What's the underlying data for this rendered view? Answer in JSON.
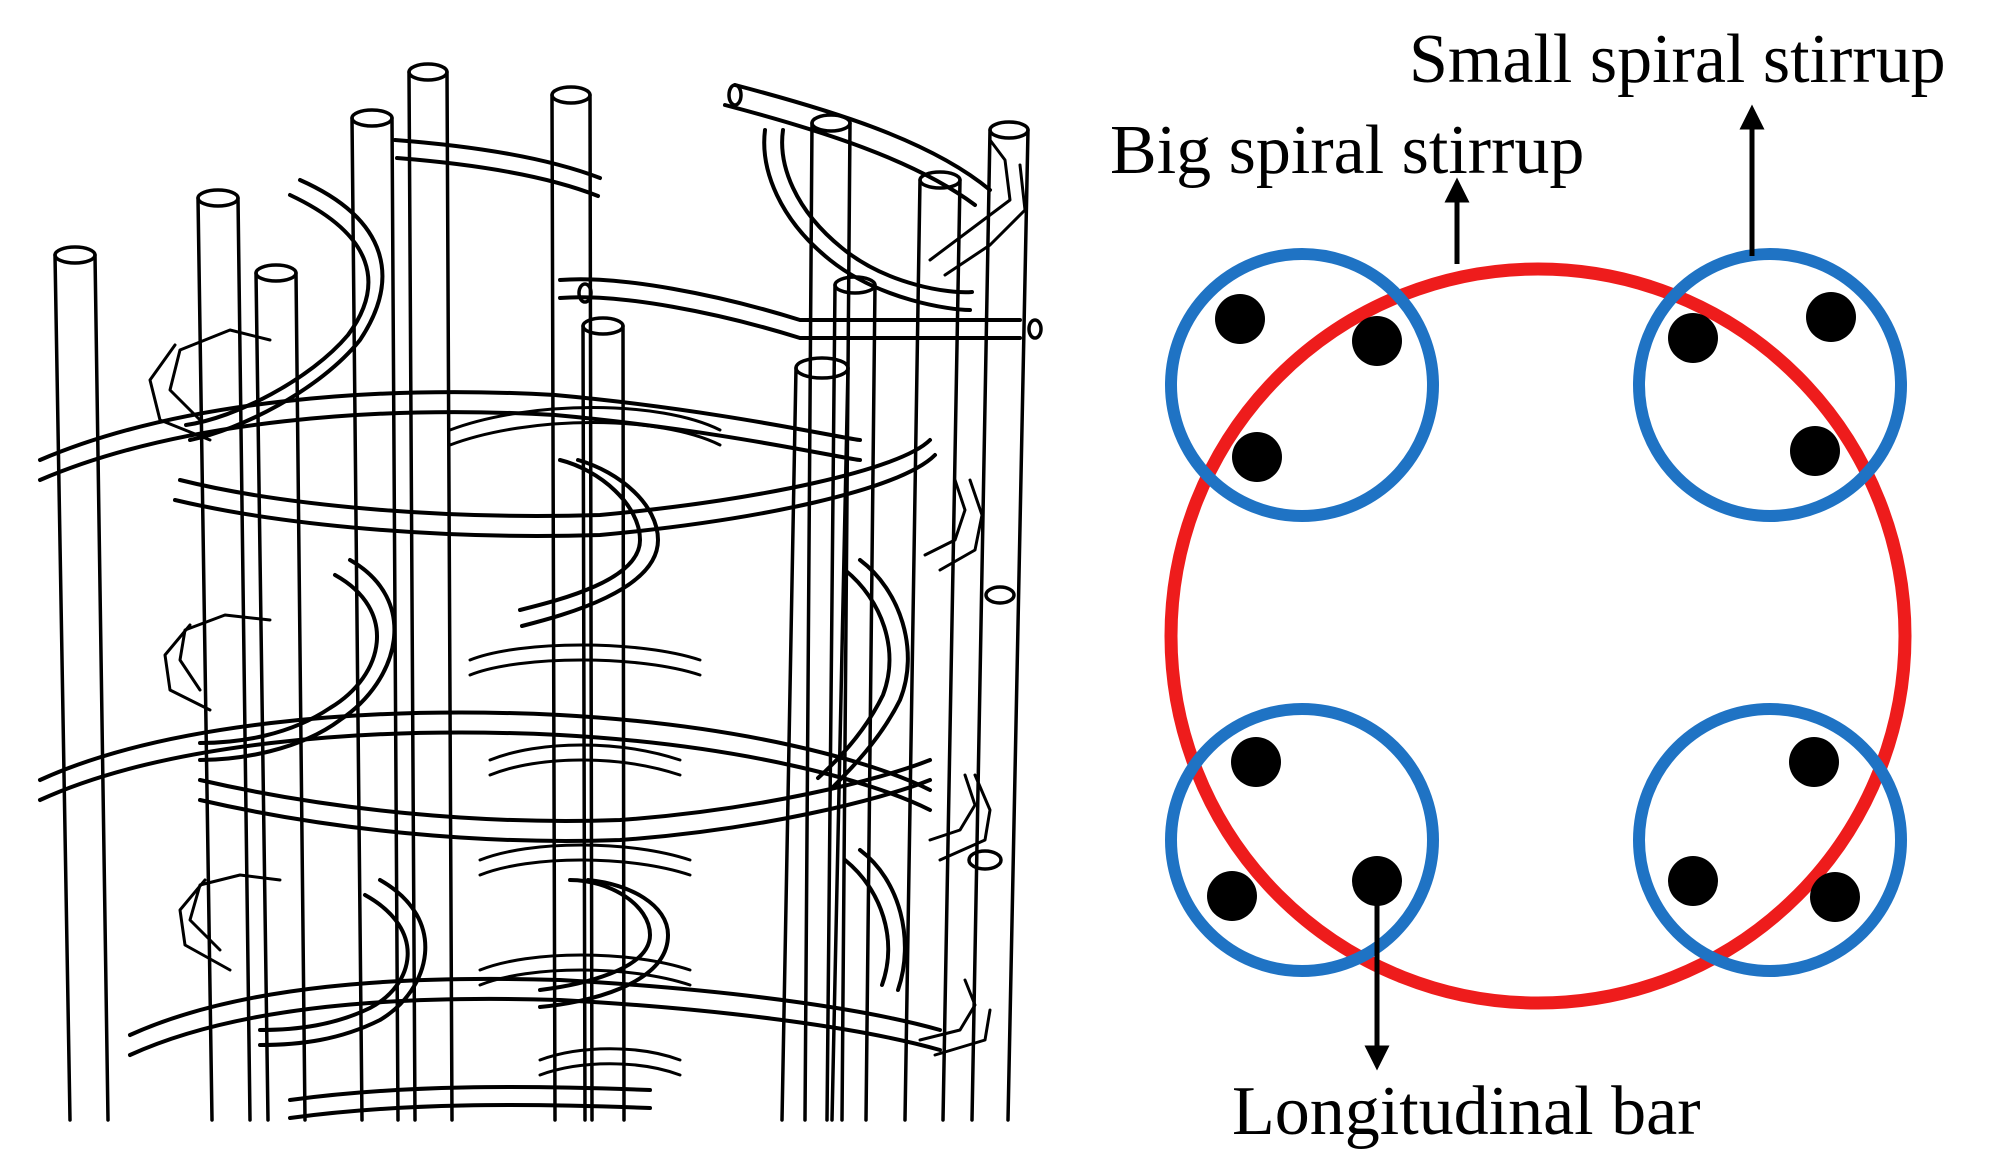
{
  "labels": {
    "small_spiral": "Small spiral stirrup",
    "big_spiral": "Big spiral stirrup",
    "longitudinal": "Longitudinal bar"
  },
  "colors": {
    "big_stirrup": "#ee1c1c",
    "small_stirrup": "#1f73c4",
    "bar": "#000000",
    "line": "#000000",
    "background": "#ffffff"
  },
  "cross_section": {
    "small_stirrup_count": 4,
    "bars_per_small_stirrup": 3
  }
}
